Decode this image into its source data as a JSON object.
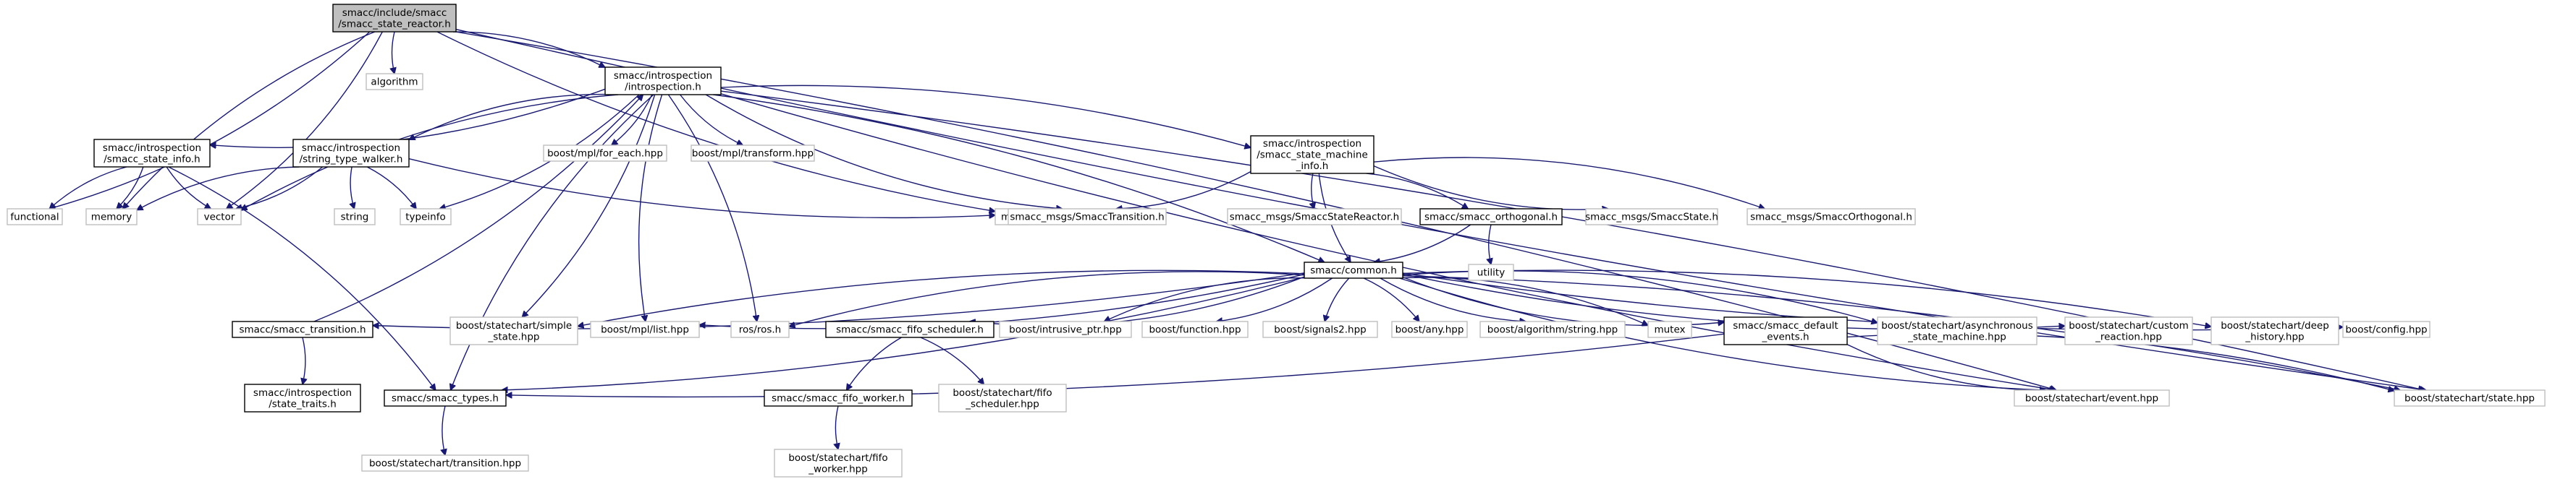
{
  "diagram": {
    "type": "include-dependency-graph",
    "colors": {
      "edge": "#191970",
      "root_fill": "#bfbfbf",
      "node_border": "#000000",
      "external_border": "#bfbfbf",
      "background": "#ffffff"
    },
    "nodes": [
      {
        "id": "root",
        "lines": [
          "smacc/include/smacc",
          "/smacc_state_reactor.h"
        ],
        "kind": "root"
      },
      {
        "id": "algorithm",
        "lines": [
          "algorithm"
        ],
        "kind": "ext"
      },
      {
        "id": "introspection",
        "lines": [
          "smacc/introspection",
          "/introspection.h"
        ],
        "kind": "doc"
      },
      {
        "id": "state_info",
        "lines": [
          "smacc/introspection",
          "/smacc_state_info.h"
        ],
        "kind": "doc"
      },
      {
        "id": "string_type_walker",
        "lines": [
          "smacc/introspection",
          "/string_type_walker.h"
        ],
        "kind": "doc"
      },
      {
        "id": "for_each",
        "lines": [
          "boost/mpl/for_each.hpp"
        ],
        "kind": "ext"
      },
      {
        "id": "mpl_transform",
        "lines": [
          "boost/mpl/transform.hpp"
        ],
        "kind": "ext"
      },
      {
        "id": "state_machine_info",
        "lines": [
          "smacc/introspection",
          "/smacc_state_machine",
          "_info.h"
        ],
        "kind": "doc"
      },
      {
        "id": "functional",
        "lines": [
          "functional"
        ],
        "kind": "ext"
      },
      {
        "id": "memory",
        "lines": [
          "memory"
        ],
        "kind": "ext"
      },
      {
        "id": "vector",
        "lines": [
          "vector"
        ],
        "kind": "ext"
      },
      {
        "id": "string",
        "lines": [
          "string"
        ],
        "kind": "ext"
      },
      {
        "id": "typeinfo",
        "lines": [
          "typeinfo"
        ],
        "kind": "ext"
      },
      {
        "id": "map",
        "lines": [
          "map"
        ],
        "kind": "ext"
      },
      {
        "id": "msg_transition",
        "lines": [
          "smacc_msgs/SmaccTransition.h"
        ],
        "kind": "ext"
      },
      {
        "id": "msg_state_reactor",
        "lines": [
          "smacc_msgs/SmaccStateReactor.h"
        ],
        "kind": "ext"
      },
      {
        "id": "orthogonal",
        "lines": [
          "smacc/smacc_orthogonal.h"
        ],
        "kind": "doc"
      },
      {
        "id": "msg_state",
        "lines": [
          "smacc_msgs/SmaccState.h"
        ],
        "kind": "ext"
      },
      {
        "id": "msg_orthogonal",
        "lines": [
          "smacc_msgs/SmaccOrthogonal.h"
        ],
        "kind": "ext"
      },
      {
        "id": "utility",
        "lines": [
          "utility"
        ],
        "kind": "ext"
      },
      {
        "id": "common",
        "lines": [
          "smacc/common.h"
        ],
        "kind": "doc"
      },
      {
        "id": "smacc_transition",
        "lines": [
          "smacc/smacc_transition.h"
        ],
        "kind": "doc"
      },
      {
        "id": "simple_state",
        "lines": [
          "boost/statechart/simple",
          "_state.hpp"
        ],
        "kind": "ext"
      },
      {
        "id": "mpl_list",
        "lines": [
          "boost/mpl/list.hpp"
        ],
        "kind": "ext"
      },
      {
        "id": "ros",
        "lines": [
          "ros/ros.h"
        ],
        "kind": "ext"
      },
      {
        "id": "fifo_scheduler",
        "lines": [
          "smacc/smacc_fifo_scheduler.h"
        ],
        "kind": "doc"
      },
      {
        "id": "intrusive_ptr",
        "lines": [
          "boost/intrusive_ptr.hpp"
        ],
        "kind": "ext"
      },
      {
        "id": "function",
        "lines": [
          "boost/function.hpp"
        ],
        "kind": "ext"
      },
      {
        "id": "signals2",
        "lines": [
          "boost/signals2.hpp"
        ],
        "kind": "ext"
      },
      {
        "id": "any",
        "lines": [
          "boost/any.hpp"
        ],
        "kind": "ext"
      },
      {
        "id": "alg_string",
        "lines": [
          "boost/algorithm/string.hpp"
        ],
        "kind": "ext"
      },
      {
        "id": "mutex",
        "lines": [
          "mutex"
        ],
        "kind": "ext"
      },
      {
        "id": "default_events",
        "lines": [
          "smacc/smacc_default",
          "_events.h"
        ],
        "kind": "doc"
      },
      {
        "id": "async_sm",
        "lines": [
          "boost/statechart/asynchronous",
          "_state_machine.hpp"
        ],
        "kind": "ext"
      },
      {
        "id": "custom_reaction",
        "lines": [
          "boost/statechart/custom",
          "_reaction.hpp"
        ],
        "kind": "ext"
      },
      {
        "id": "deep_history",
        "lines": [
          "boost/statechart/deep",
          "_history.hpp"
        ],
        "kind": "ext"
      },
      {
        "id": "config",
        "lines": [
          "boost/config.hpp"
        ],
        "kind": "ext"
      },
      {
        "id": "state_traits",
        "lines": [
          "smacc/introspection",
          "/state_traits.h"
        ],
        "kind": "doc"
      },
      {
        "id": "smacc_types",
        "lines": [
          "smacc/smacc_types.h"
        ],
        "kind": "doc"
      },
      {
        "id": "fifo_worker",
        "lines": [
          "smacc/smacc_fifo_worker.h"
        ],
        "kind": "doc"
      },
      {
        "id": "fifo_scheduler_hpp",
        "lines": [
          "boost/statechart/fifo",
          "_scheduler.hpp"
        ],
        "kind": "ext"
      },
      {
        "id": "sc_event",
        "lines": [
          "boost/statechart/event.hpp"
        ],
        "kind": "ext"
      },
      {
        "id": "sc_state",
        "lines": [
          "boost/statechart/state.hpp"
        ],
        "kind": "ext"
      },
      {
        "id": "sc_transition",
        "lines": [
          "boost/statechart/transition.hpp"
        ],
        "kind": "ext"
      },
      {
        "id": "fifo_worker_hpp",
        "lines": [
          "boost/statechart/fifo",
          "_worker.hpp"
        ],
        "kind": "ext"
      }
    ],
    "edges": [
      [
        "root",
        "introspection"
      ],
      [
        "root",
        "algorithm"
      ],
      [
        "root",
        "functional"
      ],
      [
        "root",
        "memory"
      ],
      [
        "root",
        "vector"
      ],
      [
        "root",
        "map"
      ],
      [
        "root",
        "sc_event"
      ],
      [
        "root",
        "sc_state"
      ],
      [
        "introspection",
        "state_info"
      ],
      [
        "introspection",
        "string_type_walker"
      ],
      [
        "introspection",
        "for_each"
      ],
      [
        "introspection",
        "mpl_transform"
      ],
      [
        "introspection",
        "state_machine_info"
      ],
      [
        "introspection",
        "vector"
      ],
      [
        "introspection",
        "typeinfo"
      ],
      [
        "introspection",
        "msg_transition"
      ],
      [
        "introspection",
        "common"
      ],
      [
        "introspection",
        "smacc_types"
      ],
      [
        "introspection",
        "simple_state"
      ],
      [
        "introspection",
        "mpl_list"
      ],
      [
        "introspection",
        "ros"
      ],
      [
        "introspection",
        "sc_event"
      ],
      [
        "introspection",
        "sc_state"
      ],
      [
        "state_info",
        "functional"
      ],
      [
        "state_info",
        "memory"
      ],
      [
        "state_info",
        "vector"
      ],
      [
        "state_info",
        "smacc_types"
      ],
      [
        "string_type_walker",
        "memory"
      ],
      [
        "string_type_walker",
        "vector"
      ],
      [
        "string_type_walker",
        "string"
      ],
      [
        "string_type_walker",
        "typeinfo"
      ],
      [
        "string_type_walker",
        "map"
      ],
      [
        "state_machine_info",
        "msg_transition"
      ],
      [
        "state_machine_info",
        "msg_state_reactor"
      ],
      [
        "state_machine_info",
        "orthogonal"
      ],
      [
        "state_machine_info",
        "msg_state"
      ],
      [
        "state_machine_info",
        "msg_orthogonal"
      ],
      [
        "state_machine_info",
        "common"
      ],
      [
        "orthogonal",
        "common"
      ],
      [
        "orthogonal",
        "utility"
      ],
      [
        "common",
        "smacc_transition"
      ],
      [
        "common",
        "simple_state"
      ],
      [
        "common",
        "mpl_list"
      ],
      [
        "common",
        "ros"
      ],
      [
        "common",
        "fifo_scheduler"
      ],
      [
        "common",
        "intrusive_ptr"
      ],
      [
        "common",
        "function"
      ],
      [
        "common",
        "signals2"
      ],
      [
        "common",
        "any"
      ],
      [
        "common",
        "alg_string"
      ],
      [
        "common",
        "mutex"
      ],
      [
        "common",
        "default_events"
      ],
      [
        "common",
        "async_sm"
      ],
      [
        "common",
        "custom_reaction"
      ],
      [
        "common",
        "deep_history"
      ],
      [
        "common",
        "config"
      ],
      [
        "common",
        "smacc_types"
      ],
      [
        "common",
        "sc_event"
      ],
      [
        "common",
        "sc_state"
      ],
      [
        "smacc_transition",
        "introspection"
      ],
      [
        "smacc_transition",
        "state_traits"
      ],
      [
        "fifo_scheduler",
        "fifo_worker"
      ],
      [
        "fifo_scheduler",
        "fifo_scheduler_hpp"
      ],
      [
        "fifo_worker",
        "fifo_worker_hpp"
      ],
      [
        "default_events",
        "smacc_types"
      ],
      [
        "default_events",
        "sc_event"
      ],
      [
        "default_events",
        "sc_state"
      ],
      [
        "smacc_types",
        "sc_transition"
      ]
    ]
  }
}
